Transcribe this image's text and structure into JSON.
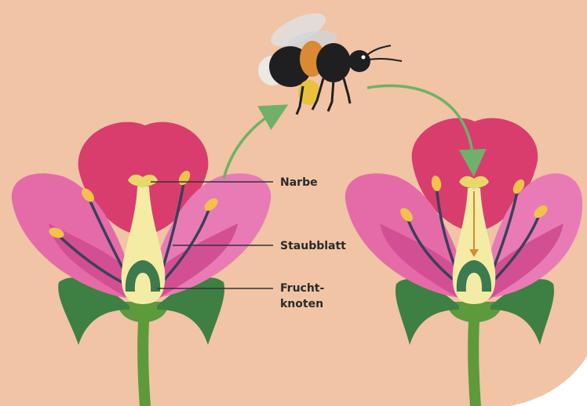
{
  "labels": {
    "stigma": "Narbe",
    "stamen": "Staubblatt",
    "ovary_line1": "Frucht-",
    "ovary_line2": "knoten"
  },
  "colors": {
    "background": "#f0c4a5",
    "petal_back": "#d93d6e",
    "petal_front": "#e46ba8",
    "petal_side": "#e87bb6",
    "pistil": "#f4eca5",
    "pistil_dark": "#e8d86a",
    "ovary": "#3d7a4e",
    "stem": "#5c9a3c",
    "sepal": "#3e7f44",
    "anther": "#f2c24b",
    "filament": "#3b3f5c",
    "arrow": "#6fb06a",
    "bee_black": "#1f1f22",
    "bee_yellow": "#e9c23a",
    "bee_orange": "#d98a33",
    "label_line": "#333333"
  },
  "icons": [
    "bumblebee-icon",
    "flower-left-icon",
    "flower-right-icon"
  ]
}
